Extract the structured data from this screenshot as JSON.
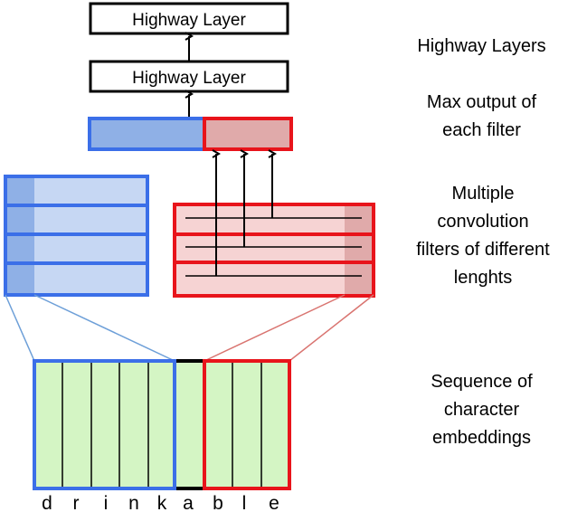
{
  "diagram": {
    "highway_boxes": [
      "Highway Layer",
      "Highway Layer"
    ],
    "characters": [
      "d",
      "r",
      "i",
      "n",
      "k",
      "a",
      "b",
      "l",
      "e"
    ],
    "labels": {
      "highway": "Highway Layers",
      "max_output": [
        "Max output of",
        "each filter"
      ],
      "conv_filters": [
        "Multiple",
        "convolution",
        "filters of different",
        "lenghts"
      ],
      "embeddings": [
        "Sequence of",
        "character",
        "embeddings"
      ]
    }
  },
  "colors": {
    "blue": "#3b6fe8",
    "blue_fill": "#c6d7f3",
    "blue_strong": "#8fb0e6",
    "red": "#e8141b",
    "red_fill": "#f6d3d3",
    "red_strong": "#e0aaaa",
    "green_fill": "#d4f5c4",
    "blue_line": "#6d9fd8",
    "red_line": "#d97470"
  }
}
